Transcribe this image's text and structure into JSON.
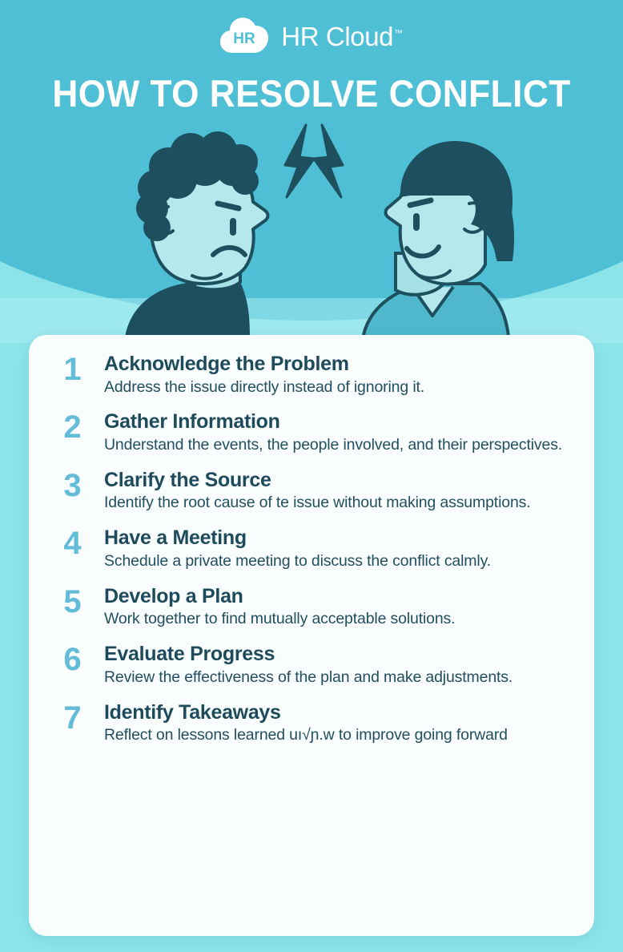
{
  "brand": {
    "logo_icon": "hr-cloud-logo",
    "logo_mark_text": "HR",
    "logo_text": "HR Cloud",
    "trademark": "™"
  },
  "header": {
    "title": "HOW TO RESOLVE CONFLICT"
  },
  "illustration": {
    "name": "two-people-arguing-illustration",
    "left_person": "frowning-man-curly-hair",
    "right_person": "smiling-man-short-hair",
    "conflict_icon": "lightning-bolts"
  },
  "colors": {
    "header_teal": "#4ebfd4",
    "background_cyan": "#8ce4ea",
    "card_bg": "#fafdfd",
    "number_blue": "#63bcd8",
    "title_navy": "#1d4b5c",
    "body_navy": "#214f60",
    "hair_dark": "#1d4f5e",
    "skin_light": "#b5e8ec",
    "shirt_teal": "#4fb8cd"
  },
  "steps": [
    {
      "number": "1",
      "title": "Acknowledge the Problem",
      "description": "Address the issue directly instead of ignoring it."
    },
    {
      "number": "2",
      "title": "Gather Information",
      "description": "Understand the events, the people involved, and their perspectives."
    },
    {
      "number": "3",
      "title": "Clarify the Source",
      "description": "Identify the root cause of te issue without making assumptions."
    },
    {
      "number": "4",
      "title": "Have a Meeting",
      "description": "Schedule a private meeting to discuss the conflict calmly."
    },
    {
      "number": "5",
      "title": "Develop a Plan",
      "description": "Work together to find mutually acceptable solutions."
    },
    {
      "number": "6",
      "title": "Evaluate Progress",
      "description": "Review the effectiveness of the plan and make adjustments."
    },
    {
      "number": "7",
      "title": "Identify Takeaways",
      "description": "Reflect on lessons learned uı√ɲ.w to improve going forward"
    }
  ]
}
